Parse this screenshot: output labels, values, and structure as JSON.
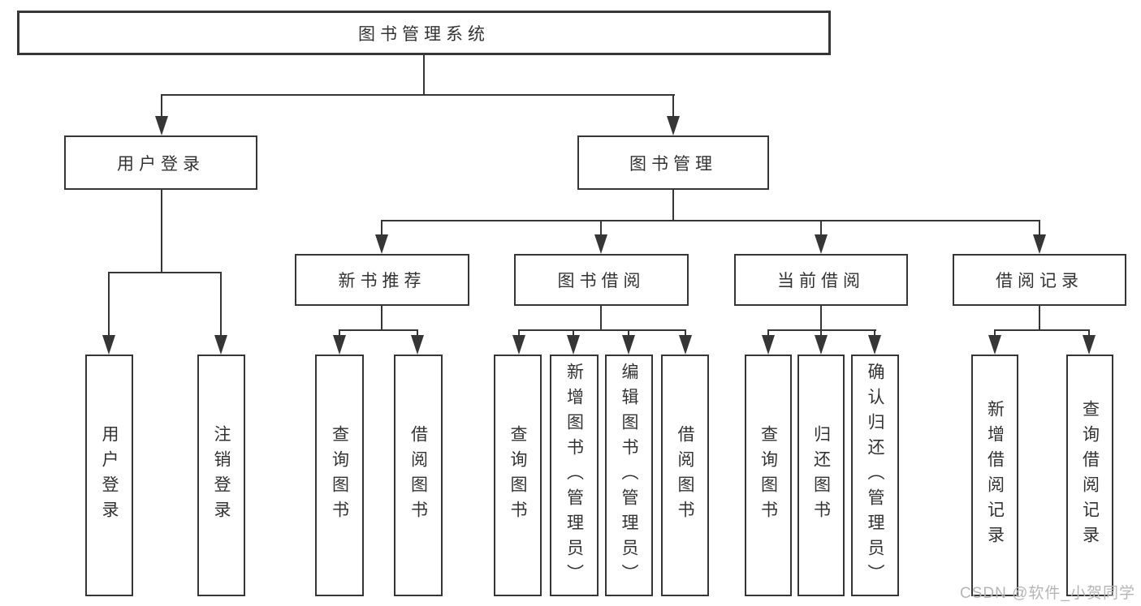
{
  "diagram": {
    "root": {
      "label": "图书管理系统"
    },
    "level2": [
      {
        "label": "用户登录"
      },
      {
        "label": "图书管理"
      }
    ],
    "level3": [
      {
        "label": "新书推荐"
      },
      {
        "label": "图书借阅"
      },
      {
        "label": "当前借阅"
      },
      {
        "label": "借阅记录"
      }
    ],
    "leaves": {
      "user_login": [
        {
          "label": "用户登录"
        },
        {
          "label": "注销登录"
        }
      ],
      "new_book_recommend": [
        {
          "label": "查询图书"
        },
        {
          "label": "借阅图书"
        }
      ],
      "book_borrow": [
        {
          "label": "查询图书"
        },
        {
          "label": "新增图书（管理员）"
        },
        {
          "label": "编辑图书（管理员）"
        },
        {
          "label": "借阅图书"
        }
      ],
      "current_borrow": [
        {
          "label": "查询图书"
        },
        {
          "label": "归还图书"
        },
        {
          "label": "确认归还（管理员）"
        }
      ],
      "borrow_record": [
        {
          "label": "新增借阅记录"
        },
        {
          "label": "查询借阅记录"
        }
      ]
    },
    "watermark": "CSDN @软件_小贺同学",
    "colors": {
      "line": "#363636",
      "text": "#333333",
      "watermark": "#b5b5b5",
      "background": "#ffffff"
    }
  }
}
